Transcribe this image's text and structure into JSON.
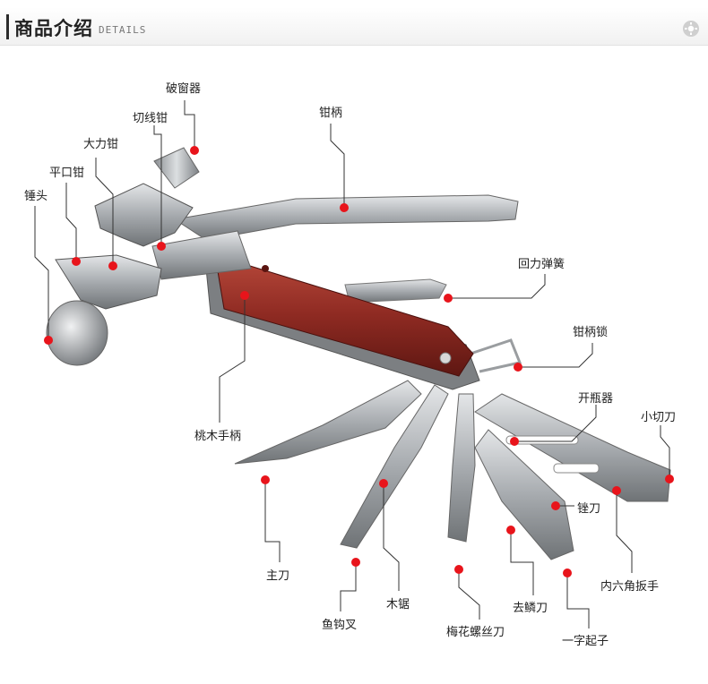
{
  "header": {
    "title": "商品介绍",
    "subtitle": "DETAILS",
    "icon": "gear-icon"
  },
  "accent_color": "#e8141b",
  "labels": {
    "powang": "破窗器",
    "qiexian": "切线钳",
    "qianbing": "钳柄",
    "dali": "大力钳",
    "pingkou": "平口钳",
    "chuitou": "锤头",
    "huilitanhuang": "回力弹簧",
    "qianbingsuo": "钳柄锁",
    "taomu": "桃木手柄",
    "kaiping": "开瓶器",
    "xiaoqie": "小切刀",
    "cuodao": "锉刀",
    "zhudao": "主刀",
    "neiliu": "内六角扳手",
    "yugou": "鱼钩叉",
    "mujv": "木锯",
    "qulin": "去鳞刀",
    "meihua": "梅花螺丝刀",
    "yizi": "一字起子"
  }
}
